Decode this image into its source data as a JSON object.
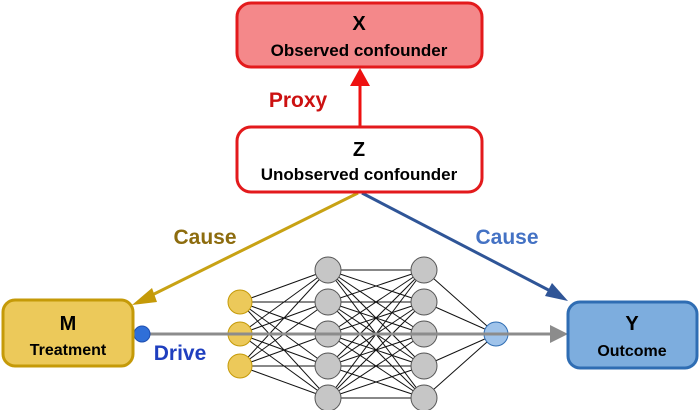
{
  "nodes": {
    "x": {
      "letter": "X",
      "label": "Observed confounder",
      "fill": "#f4888a",
      "stroke": "#e31a1c"
    },
    "z": {
      "letter": "Z",
      "label": "Unobserved confounder",
      "fill": "#ffffff",
      "stroke": "#e31a1c"
    },
    "m": {
      "letter": "M",
      "label": "Treatment",
      "fill": "#ecc95a",
      "stroke": "#c59a08"
    },
    "y": {
      "letter": "Y",
      "label": "Outcome",
      "fill": "#7dadde",
      "stroke": "#2f6db3"
    }
  },
  "edges": {
    "proxy": {
      "label": "Proxy",
      "color": "#cc1111"
    },
    "cause_m": {
      "label": "Cause",
      "color": "#8d6c0e"
    },
    "cause_y": {
      "label": "Cause",
      "color": "#4472c4"
    },
    "drive": {
      "label": "Drive",
      "color": "#1f3fbf"
    }
  },
  "network": {
    "layers": [
      3,
      5,
      5,
      1
    ],
    "input_color": "#ecc95a",
    "hidden_color": "#c6c6c6",
    "output_color": "#9fc3ea"
  }
}
